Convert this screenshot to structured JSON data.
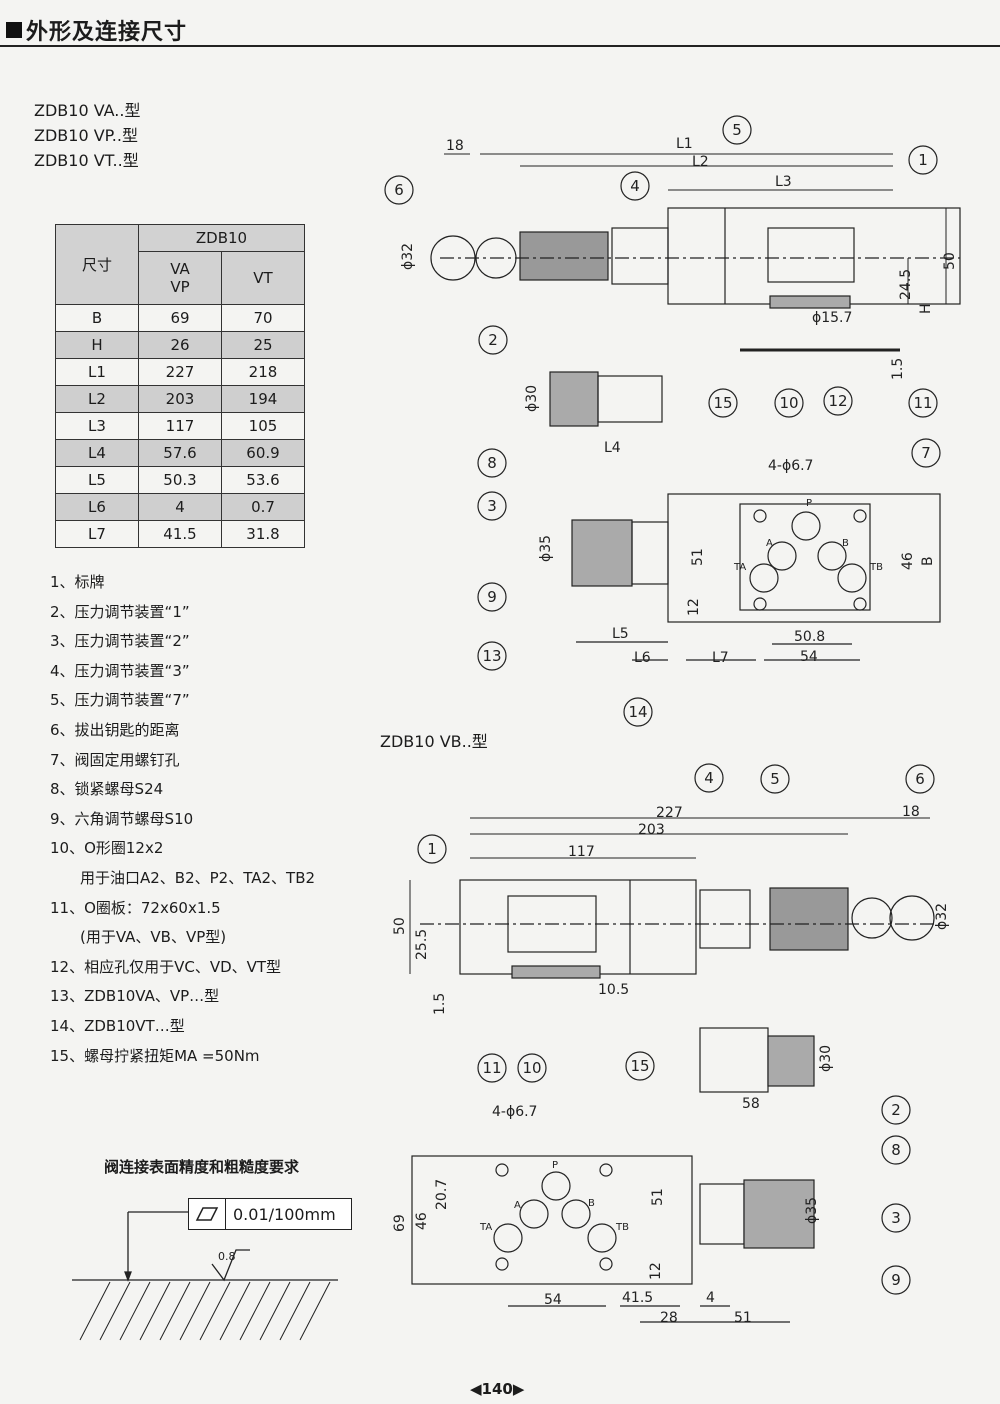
{
  "header": {
    "title": "外形及连接尺寸"
  },
  "models": [
    "ZDB10 VA..型",
    "ZDB10 VP..型",
    "ZDB10 VT..型"
  ],
  "table": {
    "head_size": "尺寸",
    "head_model": "ZDB10",
    "col1": "VA\nVP",
    "col2": "VT",
    "rows": [
      {
        "name": "B",
        "v1": "69",
        "v2": "70"
      },
      {
        "name": "H",
        "v1": "26",
        "v2": "25"
      },
      {
        "name": "L1",
        "v1": "227",
        "v2": "218"
      },
      {
        "name": "L2",
        "v1": "203",
        "v2": "194"
      },
      {
        "name": "L3",
        "v1": "117",
        "v2": "105"
      },
      {
        "name": "L4",
        "v1": "57.6",
        "v2": "60.9"
      },
      {
        "name": "L5",
        "v1": "50.3",
        "v2": "53.6"
      },
      {
        "name": "L6",
        "v1": "4",
        "v2": "0.7"
      },
      {
        "name": "L7",
        "v1": "41.5",
        "v2": "31.8"
      }
    ]
  },
  "legend": [
    "1、标牌",
    "2、压力调节装置“1”",
    "3、压力调节装置“2”",
    "4、压力调节装置“3”",
    "5、压力调节装置“7”",
    "6、拔出钥匙的距离",
    "7、阀固定用螺钉孔",
    "8、锁紧螺母S24",
    "9、六角调节螺母S10",
    "10、O形圈12x2",
    "用于油口A2、B2、P2、TA2、TB2",
    "11、O圈板：72x60x1.5",
    "(用于VA、VB、VP型)",
    "12、相应孔仅用于VC、VD、VT型",
    "13、ZDB10VA、VP…型",
    "14、ZDB10VT…型",
    "15、螺母拧紧扭矩MA =50Nm"
  ],
  "section2_title": "ZDB10 VB..型",
  "surface": {
    "title": "阀连接表面精度和粗糙度要求",
    "tolerance": "0.01/100mm",
    "roughness": "0.8"
  },
  "page_number": "◀140▶",
  "top_drawing": {
    "dims": [
      "18",
      "L1",
      "L2",
      "L3",
      "ϕ32",
      "50",
      "24.5",
      "H",
      "ϕ15.7",
      "1.5",
      "ϕ30",
      "L4",
      "4-ϕ6.7",
      "ϕ35",
      "51",
      "46",
      "B",
      "12",
      "L5",
      "L6",
      "L7",
      "50.8",
      "54",
      "P",
      "A",
      "B",
      "TA",
      "TB"
    ],
    "callouts": [
      "1",
      "2",
      "3",
      "5",
      "6",
      "7",
      "8",
      "9",
      "10",
      "11",
      "12",
      "13",
      "14",
      "15",
      "4"
    ]
  },
  "bottom_drawing": {
    "dims": [
      "227",
      "203",
      "117",
      "18",
      "50",
      "25.5",
      "ϕ32",
      "10.5",
      "1.5",
      "ϕ30",
      "58",
      "4-ϕ6.7",
      "20.7",
      "69",
      "46",
      "51",
      "ϕ35",
      "54",
      "41.5",
      "12",
      "4",
      "28",
      "51",
      "P",
      "A",
      "B",
      "TA",
      "TB"
    ],
    "callouts": [
      "1",
      "4",
      "5",
      "6",
      "11",
      "10",
      "15",
      "2",
      "8",
      "3",
      "9"
    ]
  }
}
